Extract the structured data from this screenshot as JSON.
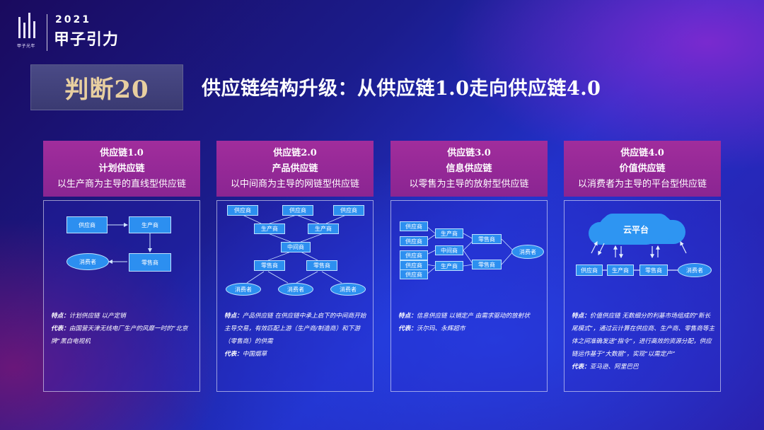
{
  "logo": {
    "year": "2021",
    "brand": "甲子引力",
    "org": "甲子光年"
  },
  "badge": "判断20",
  "title": "供应链结构升级：从供应链1.0走向供应链4.0",
  "cards": [
    {
      "t1": "供应链1.0",
      "t2": "计划供应链",
      "t3": "以生产商为主导的直线型供应链",
      "nodes": {
        "supplier": "供应商",
        "producer": "生产商",
        "consumer": "消费者",
        "retailer": "零售商"
      },
      "feature_label": "特点：",
      "feature": "计划供应链  以产定销",
      "rep_label": "代表：",
      "rep": "由国营天津无线电厂生产的风靡一时的“北京牌”黑白电视机"
    },
    {
      "t1": "供应链2.0",
      "t2": "产品供应链",
      "t3": "以中间商为主导的网链型供应链",
      "nodes": {
        "supplier": "供应商",
        "producer": "生产商",
        "middleman": "中间商",
        "retailer": "零售商",
        "consumer": "消费者"
      },
      "feature_label": "特点：",
      "feature": "产品供应链  在供应链中承上启下的中间商开始主导交易，有效匹配上游（生产商/制造商）和下游（零售商）的供需",
      "rep_label": "代表：",
      "rep": "中国烟草"
    },
    {
      "t1": "供应链3.0",
      "t2": "信息供应链",
      "t3": "以零售为主导的放射型供应链",
      "nodes": {
        "supplier": "供应商",
        "producer": "生产商",
        "middleman": "中间商",
        "retailer": "零售商",
        "consumer": "消费者"
      },
      "feature_label": "特点：",
      "feature": "信息供应链  以销定产  由需求驱动的放射状",
      "rep_label": "代表：",
      "rep": "沃尔玛、永辉超市"
    },
    {
      "t1": "供应链4.0",
      "t2": "价值供应链",
      "t3": "以消费者为主导的平台型供应链",
      "nodes": {
        "cloud": "云平台",
        "supplier": "供应商",
        "producer": "生产商",
        "retailer": "零售商",
        "consumer": "消费者"
      },
      "feature_label": "特点：",
      "feature": "价值供应链  无数细分的利基市场组成的“新长尾模式”，通过云计算在供应商、生产商、零售商等主体之间准确发送“指令”，进行高效的资源分配，供应链运作基于“大数据”，实现“以需定产”",
      "rep_label": "代表：",
      "rep": "亚马逊、阿里巴巴"
    }
  ]
}
